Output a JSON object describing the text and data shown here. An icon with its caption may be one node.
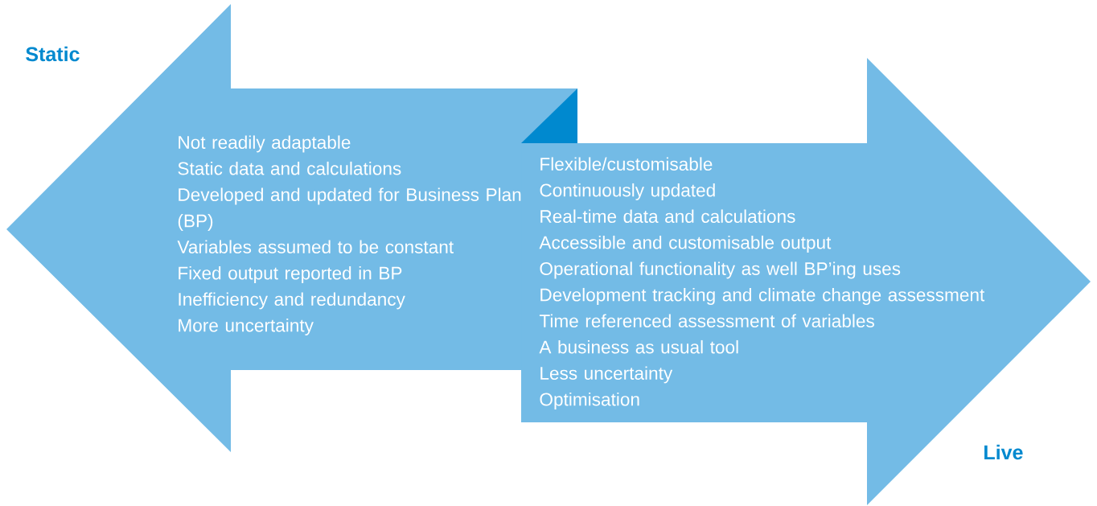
{
  "diagram": {
    "nodes": [
      {
        "text": [
          "Static",
          "Not readily adaptable",
          "Static data and calculations",
          "Developed and updated for Business Plan (BP)",
          "Variables assumed to be constant",
          "Fixed output reported in BP",
          "Inefficiency and redundancy",
          "More uncertainty"
        ]
      },
      {
        "text": [
          "Live",
          "Flexible/customisable",
          "Continuously updated",
          "Real-time data and calculations",
          "Accessible and customisable output",
          "Operational functionality as well BP’ing uses",
          "Development tracking and climate change assessment",
          "Time referenced assessment of variables",
          "A business as usual tool",
          "Less uncertainty",
          "Optimisation"
        ]
      }
    ],
    "edges": []
  }
}
